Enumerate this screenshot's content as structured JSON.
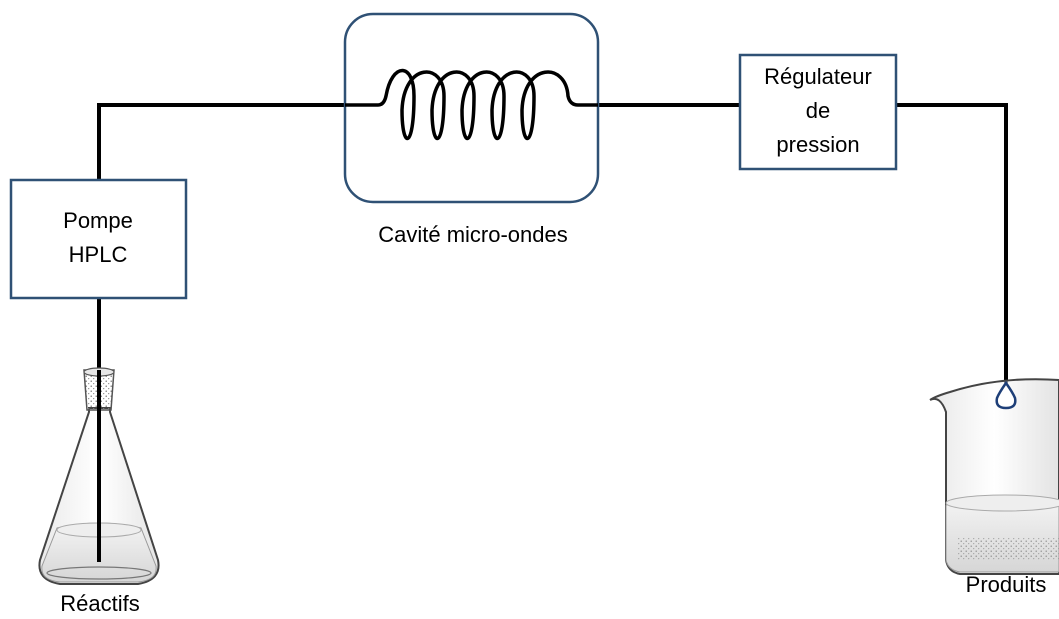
{
  "diagram": {
    "pump": {
      "line1": "Pompe",
      "line2": "HPLC"
    },
    "microwave_cavity": {
      "label": "Cavité micro-ondes"
    },
    "pressure_regulator": {
      "line1": "Régulateur",
      "line2": "de",
      "line3": "pression"
    },
    "reactants": {
      "label": "Réactifs"
    },
    "products": {
      "label": "Produits"
    }
  },
  "colors": {
    "box_border": "#2f5175",
    "line": "#000000",
    "flask_outline": "#444444",
    "liquid": "#e4e4e4",
    "drop": "#1e3f78"
  }
}
